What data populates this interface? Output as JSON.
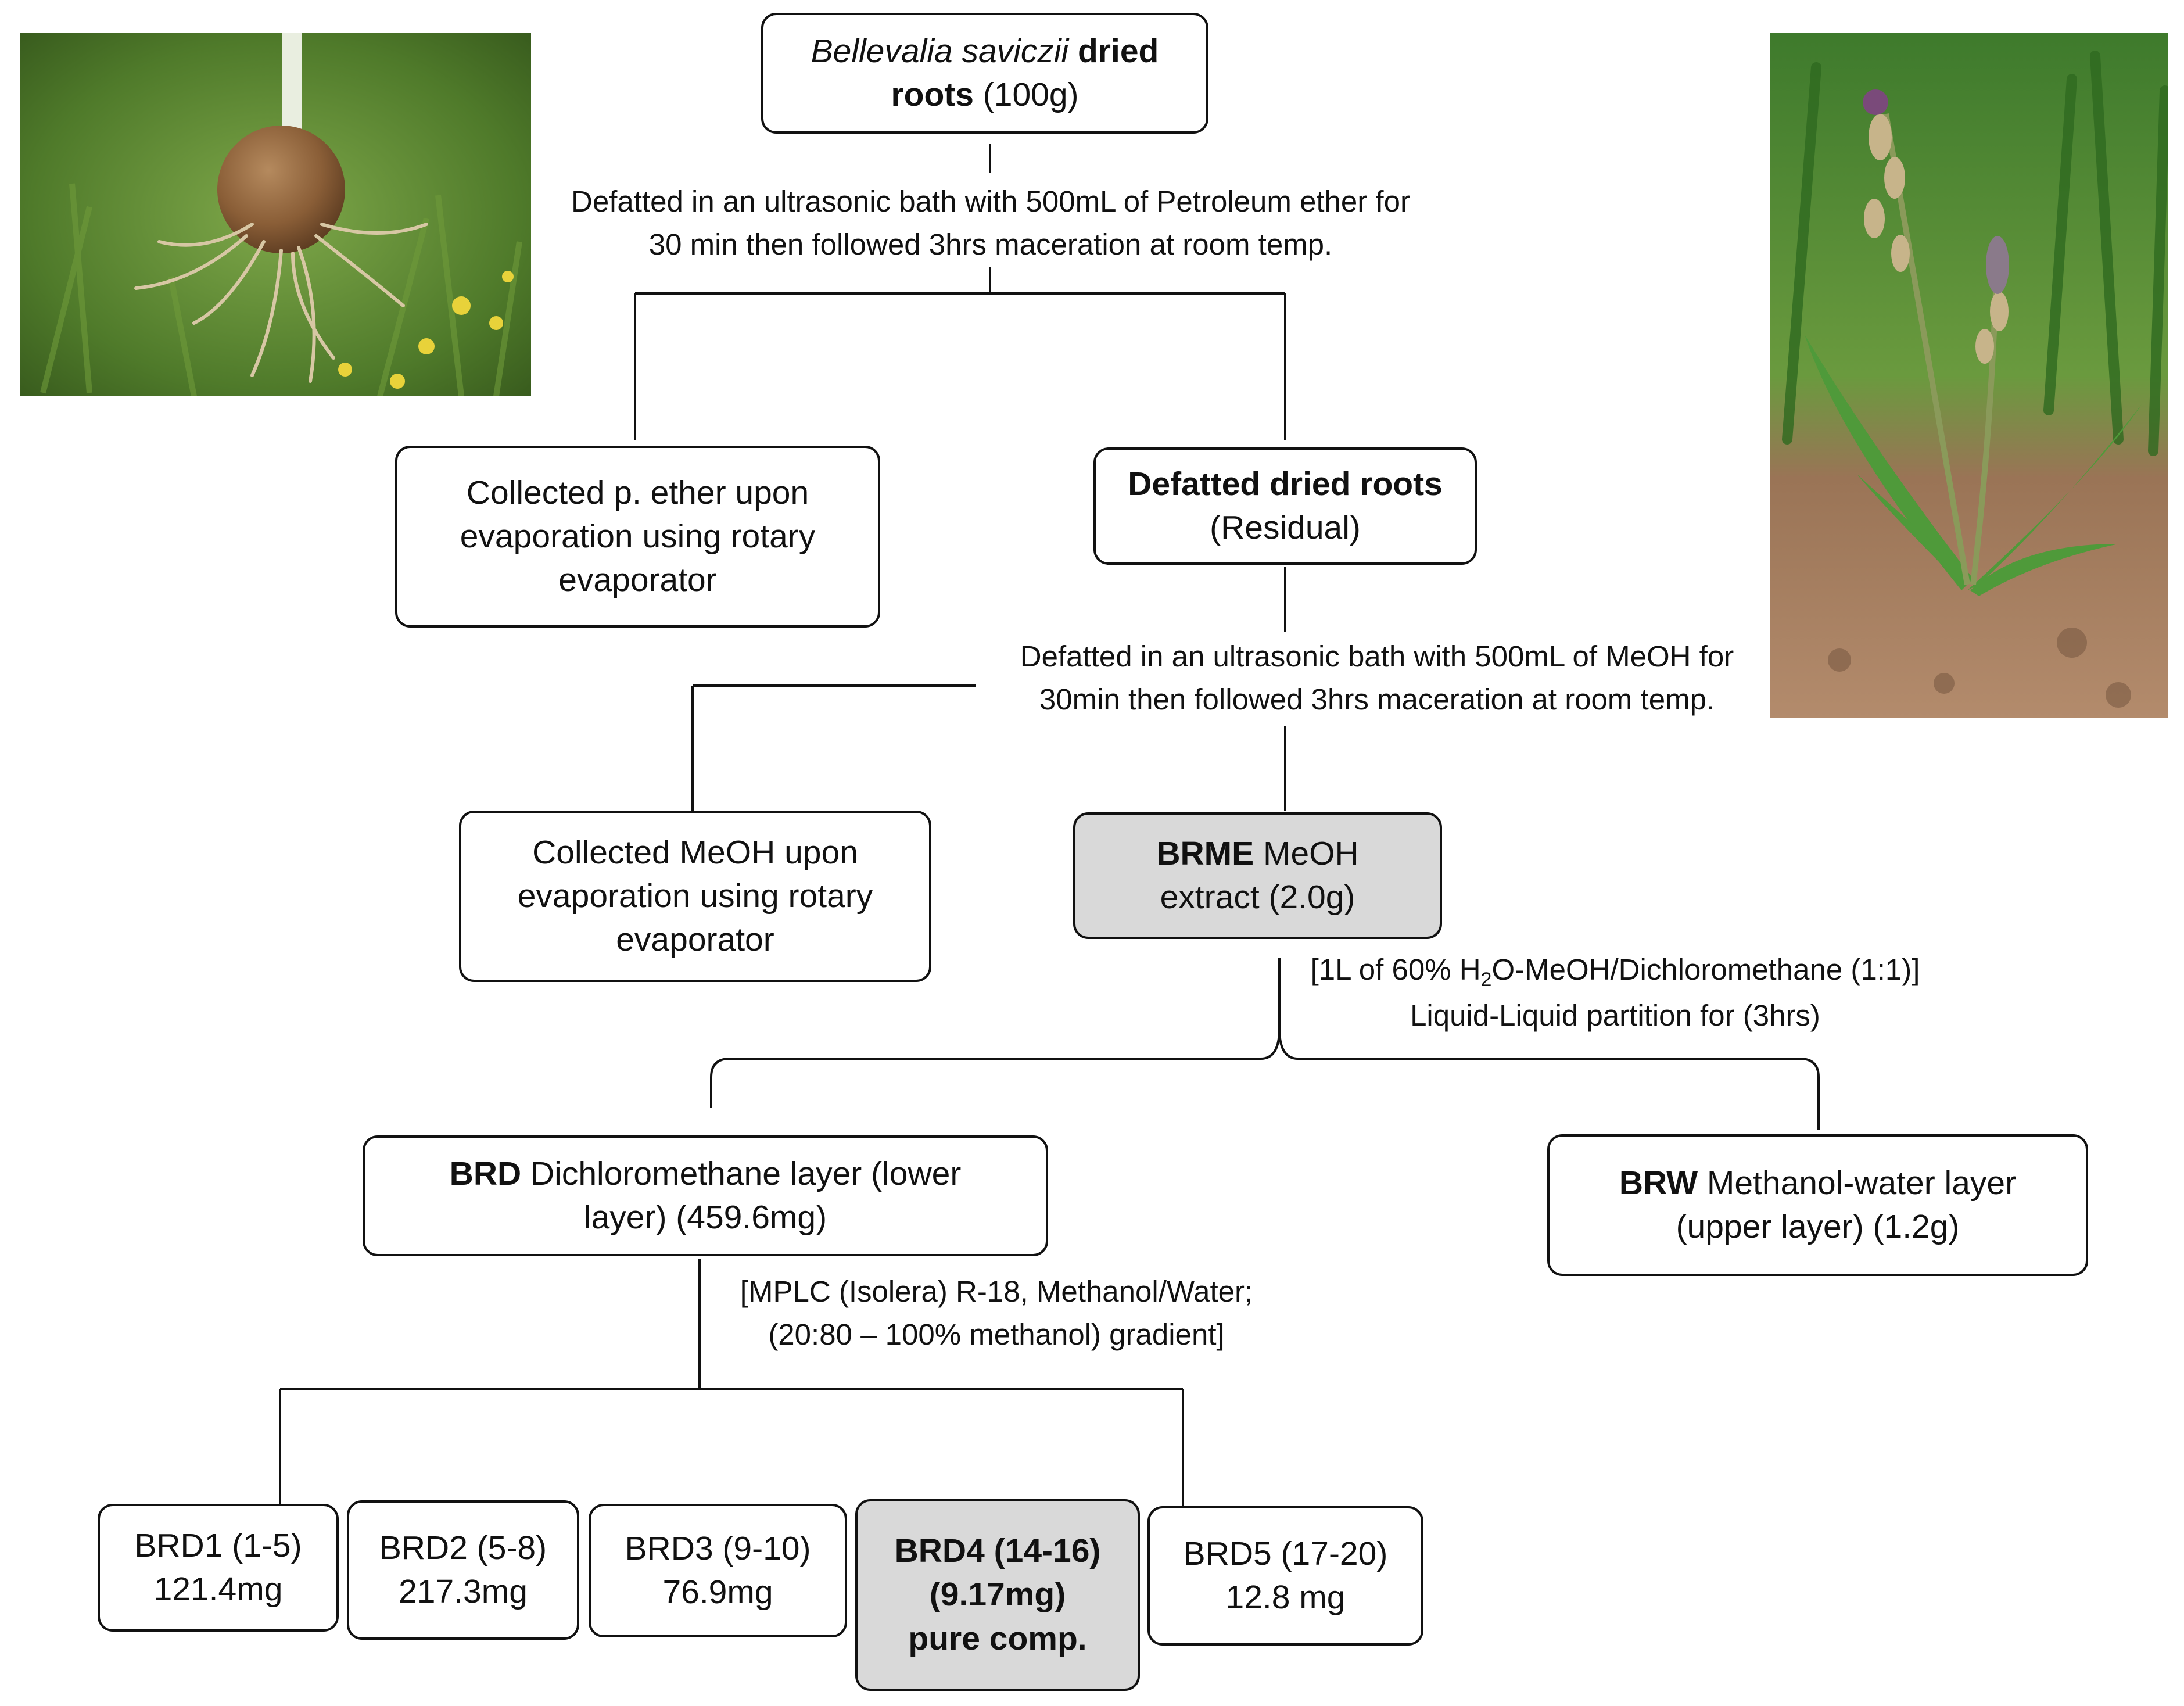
{
  "start_box": {
    "species": "Bellevalia saviczii",
    "dried": " dried",
    "roots": "roots",
    "mass": " (100g)"
  },
  "step1_note": {
    "line1": "Defatted in an ultrasonic bath with 500mL of Petroleum ether for",
    "line2": "30 min then followed 3hrs maceration at room temp."
  },
  "pether_box": {
    "line1": "Collected p. ether upon",
    "line2": "evaporation using rotary",
    "line3": "evaporator"
  },
  "defatted_box": {
    "line1": "Defatted dried roots",
    "line2": "(Residual)"
  },
  "step2_note": {
    "line1": "Defatted in an ultrasonic bath with 500mL of MeOH for",
    "line2": "30min then followed 3hrs maceration at room temp."
  },
  "meoh_box": {
    "line1": "Collected MeOH upon",
    "line2": "evaporation using rotary",
    "line3": "evaporator"
  },
  "brme_box": {
    "code": "BRME",
    "line1_rest": " MeOH",
    "line2": "extract (2.0g)"
  },
  "partition_note": {
    "pre": "[1L of 60% H",
    "sub": "2",
    "post": "O-MeOH/Dichloromethane (1:1)]",
    "line2": "Liquid-Liquid partition for (3hrs)"
  },
  "brd_box": {
    "code": "BRD",
    "line1_rest": " Dichloromethane layer (lower",
    "line2": "layer) (459.6mg)"
  },
  "brw_box": {
    "code": "BRW",
    "line1_rest": " Methanol-water layer",
    "line2": "(upper layer) (1.2g)"
  },
  "mplc_note": {
    "line1": "[MPLC (Isolera) R-18, Methanol/Water;",
    "line2": "(20:80 – 100% methanol) gradient]"
  },
  "fractions": [
    {
      "line1": "BRD1 (1-5)",
      "line2": "121.4mg"
    },
    {
      "line1": "BRD2 (5-8)",
      "line2": "217.3mg"
    },
    {
      "line1": "BRD3 (9-10)",
      "line2": "76.9mg"
    },
    {
      "line1": "BRD4 (14-16)",
      "line2": "(9.17mg)",
      "line3": "pure comp."
    },
    {
      "line1": "BRD5 (17-20)",
      "line2": "12.8 mg"
    }
  ],
  "colors": {
    "line": "#111111",
    "highlight_fill": "#d9d9d9"
  },
  "photos": {
    "left": "root-bulb-photo",
    "right": "flowering-plant-photo"
  }
}
